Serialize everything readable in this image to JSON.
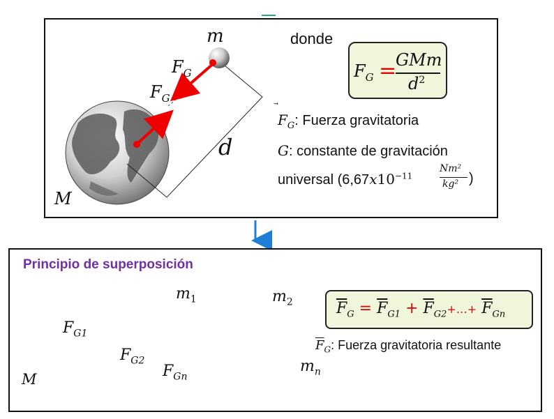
{
  "top_panel": {
    "labels": {
      "small_mass": "m",
      "big_mass": "M",
      "distance": "d",
      "force_sym": "F",
      "force_sub": "G"
    },
    "donde": "donde",
    "formula": {
      "lhs_F": "F",
      "lhs_sub": "G",
      "equals": "=",
      "numerator": "GMm",
      "denominator_d": "d",
      "denominator_exp": "2"
    },
    "legend": {
      "fg_label_sub": "G",
      "fg_text": ": Fuerza gravitatoria",
      "g_sym": "G",
      "g_text": ": constante de gravitación",
      "universal_text": "universal (6,67",
      "x10": "x",
      "ten": "10",
      "exp": "−11",
      "unit_num": "Nm²",
      "unit_den": "kg²",
      "close": ")"
    }
  },
  "bottom_panel": {
    "title": "Principio de superposición",
    "masses": {
      "M": "M",
      "m1": "m",
      "m1_sub": "1",
      "m2": "m",
      "m2_sub": "2",
      "mn": "m",
      "mn_sub": "n"
    },
    "forces": {
      "f1_sub": "G1",
      "f2_sub": "G2",
      "fn_sub": "Gn",
      "sym": "F"
    },
    "formula": {
      "F": "F",
      "G": "G",
      "eq": "=",
      "t1": "G1",
      "plus1": "+",
      "t2": "G2",
      "dots": "+…+",
      "tn": "Gn"
    },
    "legend_text": ": Fuerza gravitatoria resultante"
  },
  "colors": {
    "force_arrow": "#ee0000",
    "title_purple": "#7030a0",
    "formula_bg": "#f0f6dc",
    "connector_arrow": "#1f7fd6"
  }
}
